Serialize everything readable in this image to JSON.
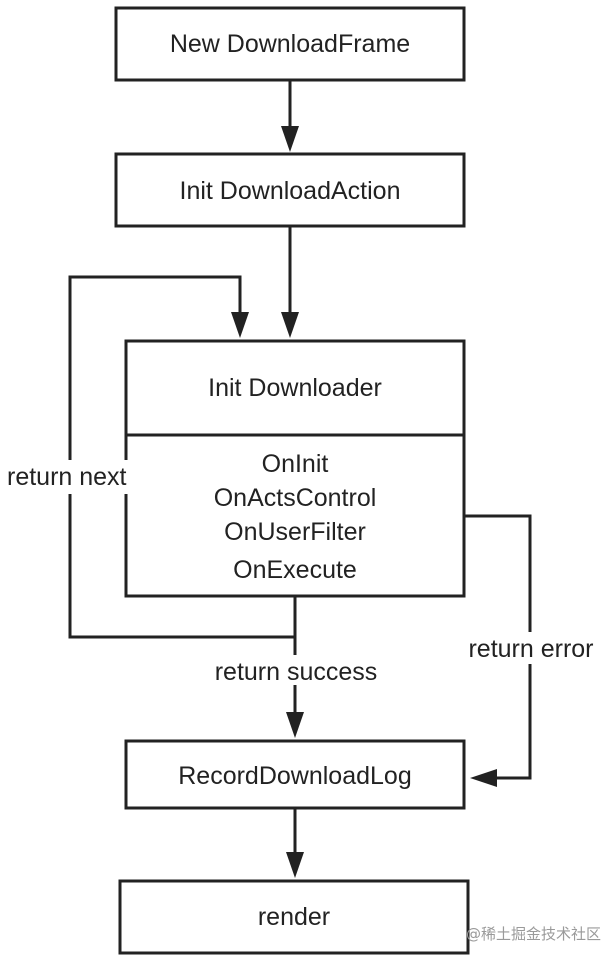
{
  "nodes": {
    "new_download_frame": "New DownloadFrame",
    "init_download_action": "Init DownloadAction",
    "init_downloader": "Init Downloader",
    "hooks": [
      "OnInit",
      "OnActsControl",
      "OnUserFilter",
      "OnExecute"
    ],
    "record_download_log": "RecordDownloadLog",
    "render": "render"
  },
  "edges": {
    "return_next": "return next",
    "return_success": "return success",
    "return_error": "return error"
  },
  "watermark": "@稀土掘金技术社区"
}
